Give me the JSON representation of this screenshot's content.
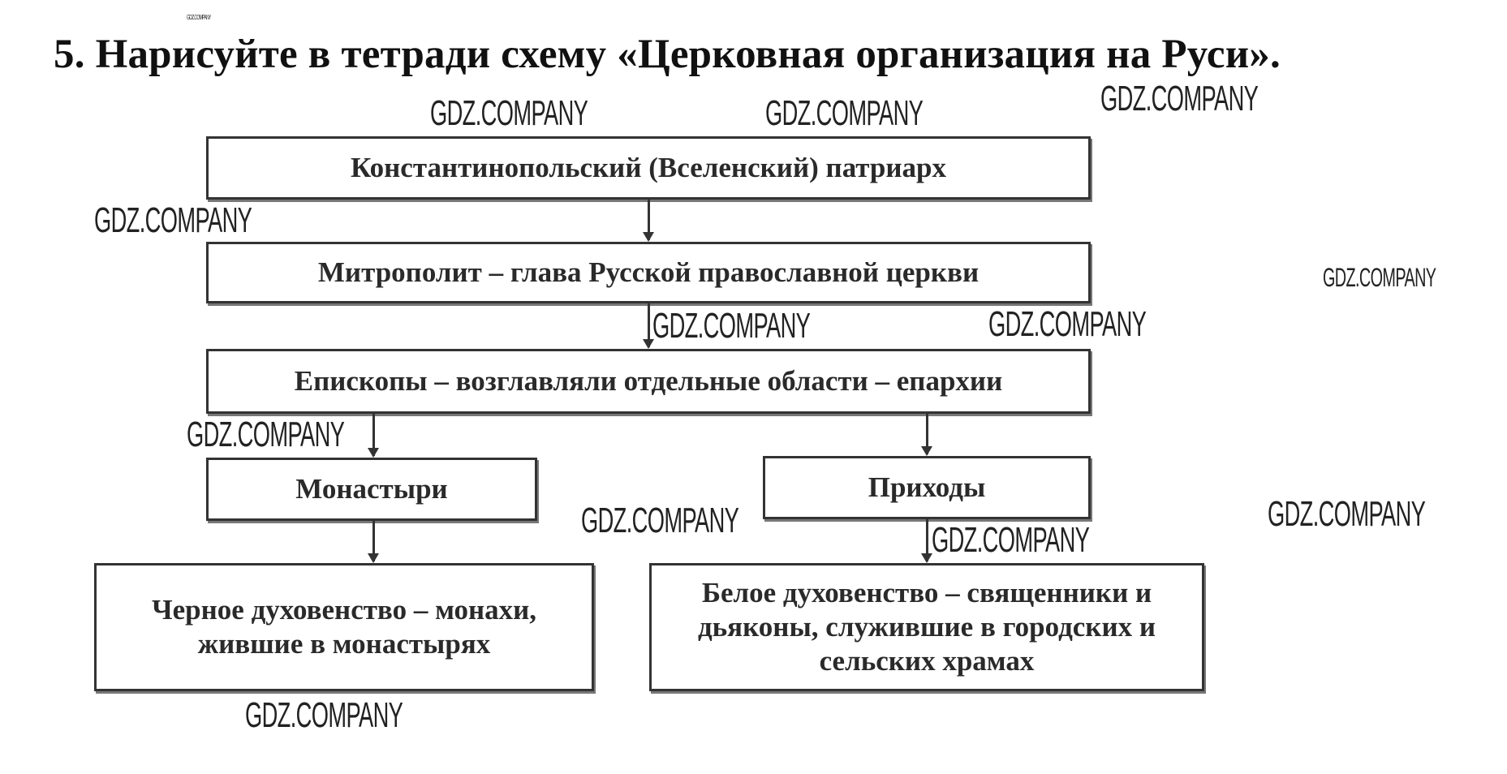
{
  "title": "5. Нарисуйте в тетради схему «Церковная организация на Руси».",
  "diagram": {
    "patriarch": "Константинопольский (Вселенский) патриарх",
    "metropolitan": "Митрополит – глава Русской православной церкви",
    "bishops": "Епископы – возглавляли отдельные области – епархии",
    "monasteries": "Монастыри",
    "parishes": "Приходы",
    "black_clergy": "Черное духовенство – монахи, жившие в монастырях",
    "white_clergy": "Белое духовенство – священники и дьяконы, служившие в городских и сельских храмах"
  },
  "watermark": "GDZ.COMPANY"
}
